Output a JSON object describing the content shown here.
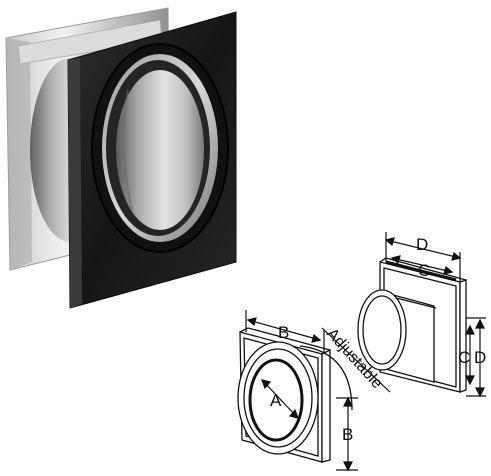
{
  "diagram": {
    "labels": {
      "a": "A",
      "b_top": "B",
      "b_side": "B",
      "c_top": "C",
      "c_side": "C",
      "d_top": "D",
      "d_side": "D",
      "adjustable": "Adjustable"
    }
  }
}
